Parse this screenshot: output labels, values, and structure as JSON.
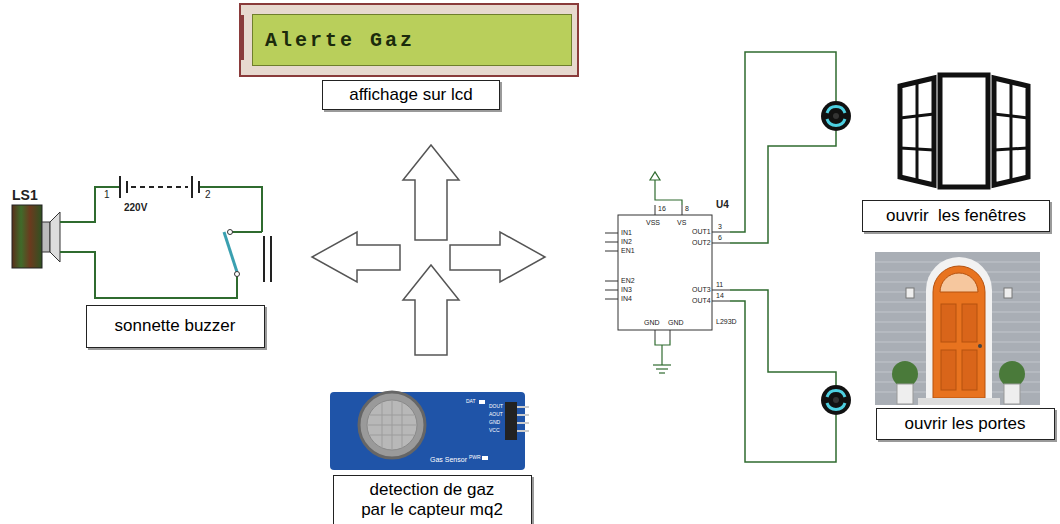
{
  "diagram": {
    "nodes": [
      {
        "text": [
          "Alerte Gaz"
        ]
      },
      {
        "text": [
          "affichage sur lcd"
        ]
      },
      {
        "text": [
          "ouvrir  les fenêtres"
        ]
      },
      {
        "text": [
          "sonnette buzzer"
        ]
      },
      {
        "text": [
          "ouvrir les portes"
        ]
      },
      {
        "text": [
          "detection de gaz par le capteur mq2"
        ]
      }
    ],
    "labels": [
      "LS1",
      "1",
      "220V",
      "2",
      "16",
      "8",
      "U4",
      "VSS",
      "VS",
      "IN1",
      "IN2",
      "EN1",
      "EN2",
      "IN3",
      "IN4",
      "GND",
      "GND",
      "OUT1",
      "OUT2",
      "OUT3",
      "OUT4",
      "3",
      "6",
      "11",
      "14",
      "L293D",
      "DAT",
      "DOUT",
      "AOUT",
      "GND",
      "VCC",
      "PWR",
      "Gas Sensor"
    ]
  }
}
